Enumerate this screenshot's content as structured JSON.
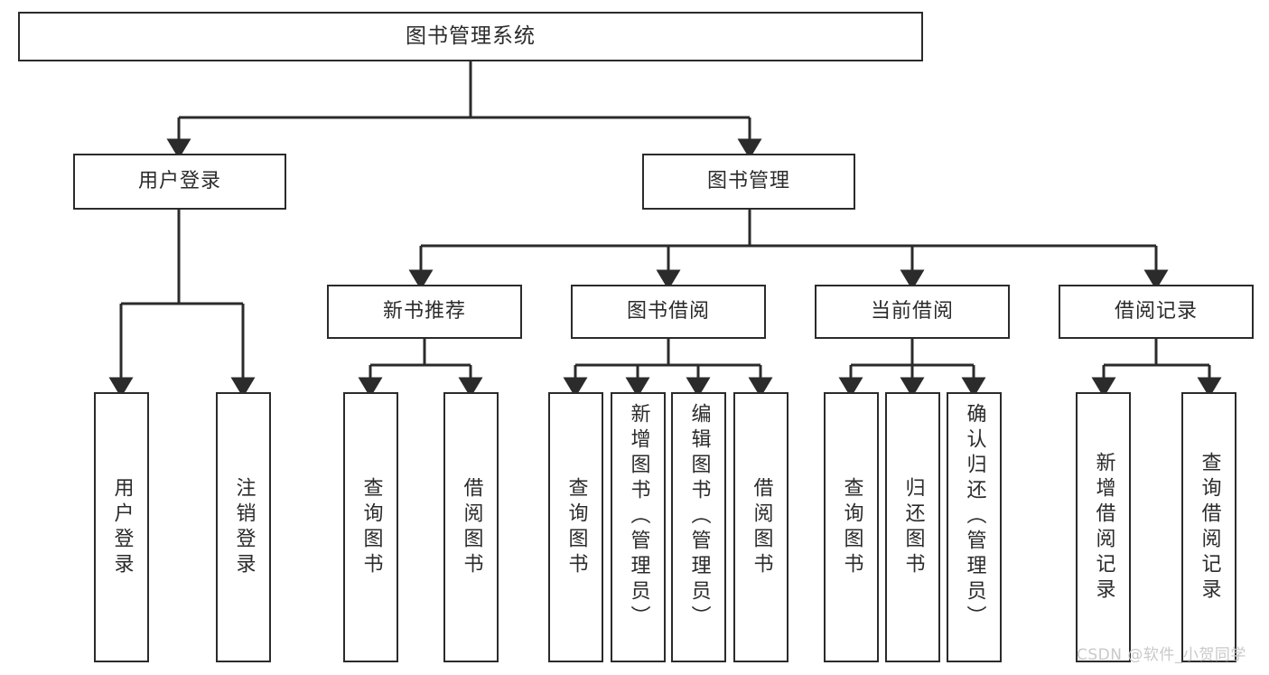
{
  "diagram": {
    "type": "tree",
    "title": "图书管理系统",
    "watermark": "CSDN @软件_小贺同学",
    "colors": {
      "box_border": "#2b2b2b",
      "box_fill": "#ffffff",
      "line": "#2b2b2b",
      "text": "#2b2b2b",
      "watermark": "#c9c9c9",
      "background": "#ffffff"
    },
    "nodes": {
      "root": {
        "label": "图书管理系统"
      },
      "level2": [
        {
          "label": "用户登录"
        },
        {
          "label": "图书管理"
        }
      ],
      "level3": [
        {
          "label": "新书推荐"
        },
        {
          "label": "图书借阅"
        },
        {
          "label": "当前借阅"
        },
        {
          "label": "借阅记录"
        }
      ],
      "leaves": {
        "user_login": [
          {
            "label": "用户登录"
          },
          {
            "label": "注销登录"
          }
        ],
        "new_book": [
          {
            "label": "查询图书"
          },
          {
            "label": "借阅图书"
          }
        ],
        "book_borrow": [
          {
            "label": "查询图书"
          },
          {
            "label": "新增图书（管理员）"
          },
          {
            "label": "编辑图书（管理员）"
          },
          {
            "label": "借阅图书"
          }
        ],
        "current_borrow": [
          {
            "label": "查询图书"
          },
          {
            "label": "归还图书"
          },
          {
            "label": "确认归还（管理员）"
          }
        ],
        "borrow_record": [
          {
            "label": "新增借阅记录"
          },
          {
            "label": "查询借阅记录"
          }
        ]
      }
    }
  }
}
